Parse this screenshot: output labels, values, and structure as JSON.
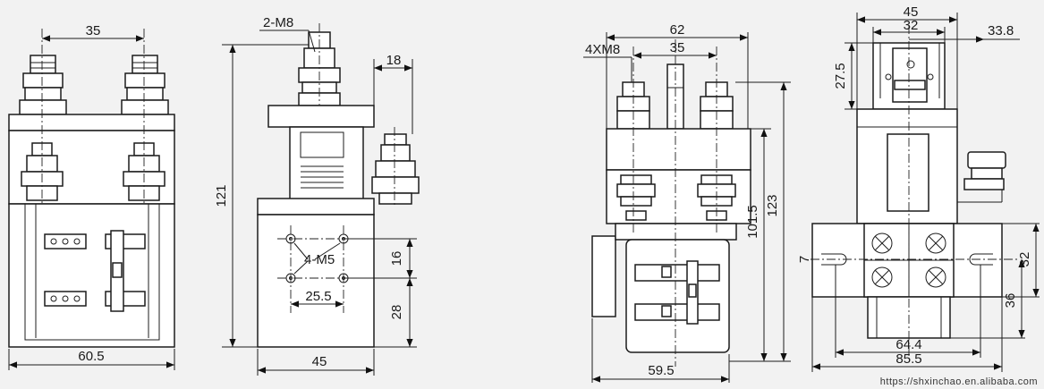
{
  "dims": {
    "v1_top": "35",
    "v1_bottom": "60.5",
    "v2_screw": "2-M8",
    "v2_height": "121",
    "v2_aux": "18",
    "v2_holes": "4-M5",
    "v2_h16": "16",
    "v2_h28": "28",
    "v2_w255": "25.5",
    "v2_w45": "45",
    "v3_w62": "62",
    "v3_screw": "4XM8",
    "v3_w35": "35",
    "v3_h1015": "101.5",
    "v3_h123": "123",
    "v3_w595": "59.5",
    "v4_w45": "45",
    "v4_w32": "32",
    "v4_w338": "33.8",
    "v4_h275": "27.5",
    "v4_slot": "7",
    "v4_h32": "32",
    "v4_h36": "36",
    "v4_w644": "64.4",
    "v4_w855": "85.5"
  },
  "watermark": "https://shxinchao.en.alibaba.com"
}
